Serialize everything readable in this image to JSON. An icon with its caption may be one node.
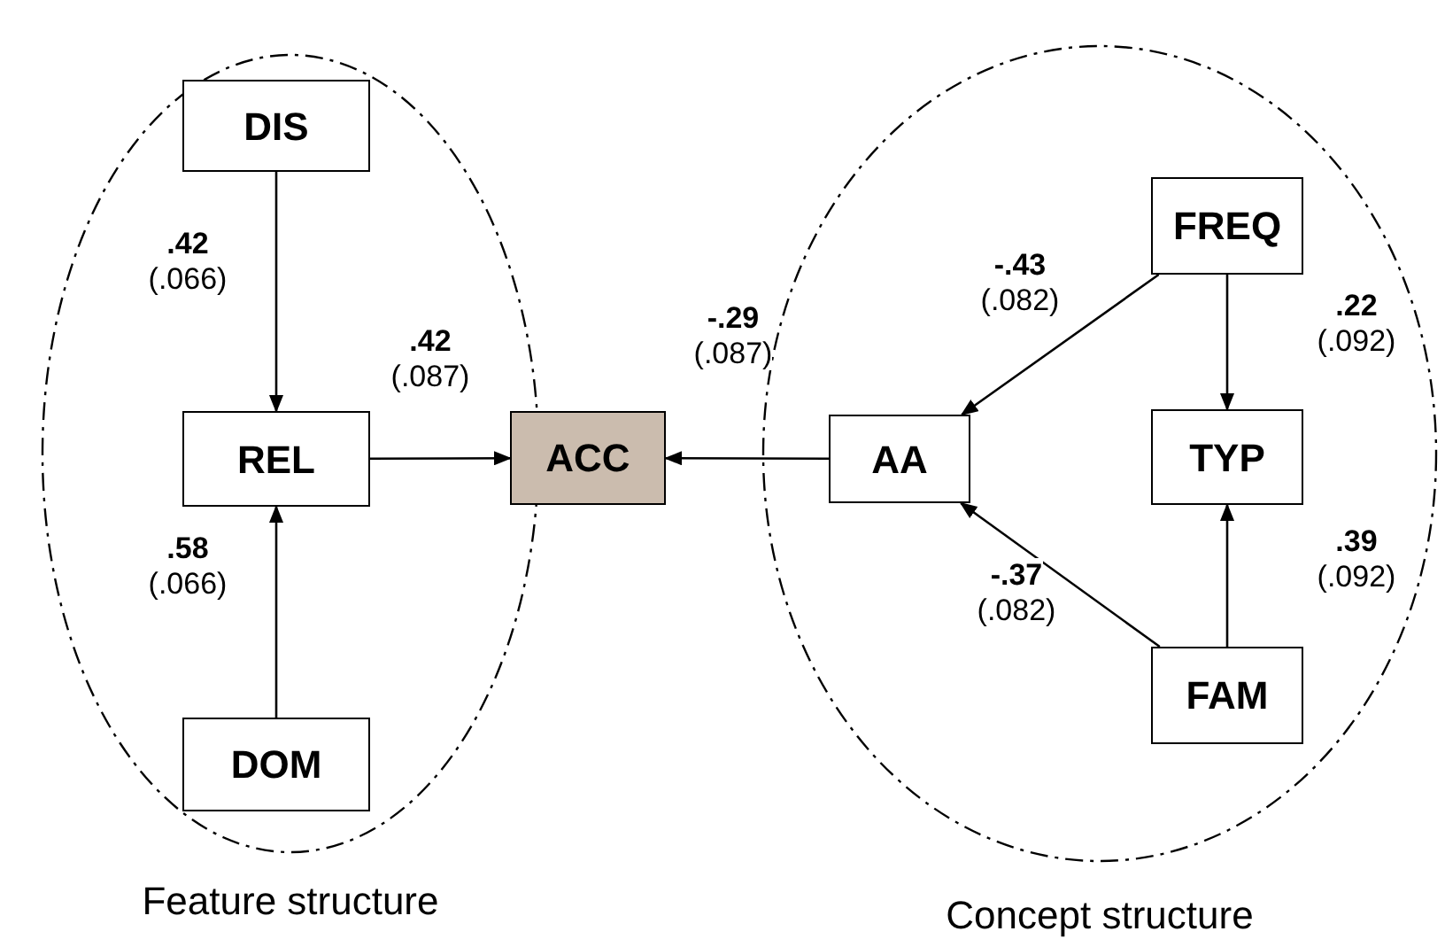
{
  "diagram": {
    "nodes": [
      {
        "text": [
          "Feature structure"
        ]
      },
      {
        "text": [
          "DIS"
        ],
        "in": 0
      },
      {
        "text": [
          "REL"
        ],
        "in": 0
      },
      {
        "text": [
          "DOM"
        ],
        "in": 0
      },
      {
        "text": [
          "ACC"
        ]
      },
      {
        "text": [
          "Concept structure"
        ]
      },
      {
        "text": [
          "AA"
        ],
        "in": 5
      },
      {
        "text": [
          "FREQ"
        ],
        "in": 5
      },
      {
        "text": [
          "TYP"
        ],
        "in": 5
      },
      {
        "text": [
          "FAM"
        ],
        "in": 5
      }
    ],
    "edges": [
      {
        "from": 1,
        "to": 2,
        "arrow": "to",
        "label": "**.42** (.066)"
      },
      {
        "from": 3,
        "to": 2,
        "arrow": "to",
        "label": "**.58** (.066)"
      },
      {
        "from": 2,
        "to": 4,
        "arrow": "to",
        "label": "**.42** (.087)"
      },
      {
        "from": 6,
        "to": 4,
        "arrow": "to",
        "label": "**-.29** (.087)"
      },
      {
        "from": 7,
        "to": 6,
        "arrow": "to",
        "label": "**-.43** (.082)"
      },
      {
        "from": 9,
        "to": 6,
        "arrow": "to",
        "label": "**-.37** (.082)"
      },
      {
        "from": 7,
        "to": 8,
        "arrow": "to",
        "label": "**.22** (.092)"
      },
      {
        "from": 9,
        "to": 8,
        "arrow": "to",
        "label": "**.39** (.092)"
      }
    ]
  }
}
